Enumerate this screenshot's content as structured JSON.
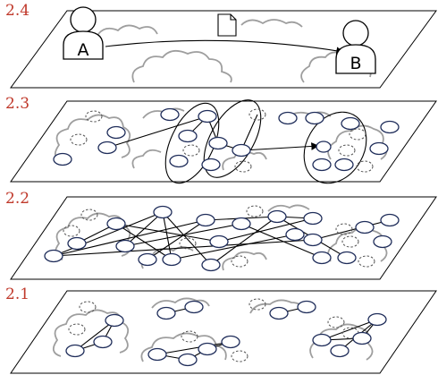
{
  "layers": [
    {
      "id": "2.4",
      "label": "2.4"
    },
    {
      "id": "2.3",
      "label": "2.3"
    },
    {
      "id": "2.2",
      "label": "2.2"
    },
    {
      "id": "2.1",
      "label": "2.1"
    }
  ],
  "users": {
    "sender": "A",
    "receiver": "B"
  },
  "icons": {
    "document": "document-icon"
  },
  "colors": {
    "label": "#c0392b",
    "node_stroke": "#1f2d5a",
    "cloud": "#9e9e9e"
  }
}
